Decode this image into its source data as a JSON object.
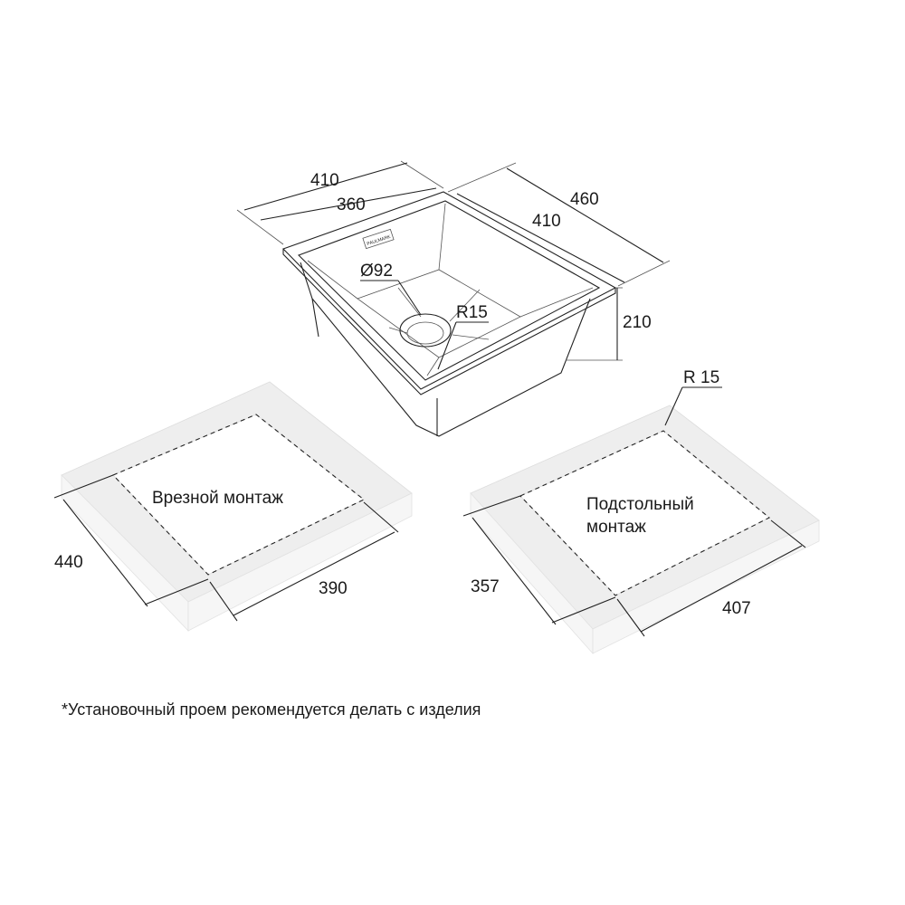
{
  "sink": {
    "dim_outer_width": "410",
    "dim_inner_width": "360",
    "dim_outer_depth": "460",
    "dim_inner_depth": "410",
    "dim_height": "210",
    "dim_drain": "Ø92",
    "dim_radius": "R15",
    "brand_plate": "PAULMARK"
  },
  "flush_mount": {
    "label": "Врезной монтаж",
    "dim_depth": "440",
    "dim_width": "390"
  },
  "undermount": {
    "label_line1": "Подстольный",
    "label_line2": "монтаж",
    "dim_radius": "R 15",
    "dim_depth": "357",
    "dim_width": "407"
  },
  "footnote": "*Установочный проем рекомендуется делать с изделия"
}
